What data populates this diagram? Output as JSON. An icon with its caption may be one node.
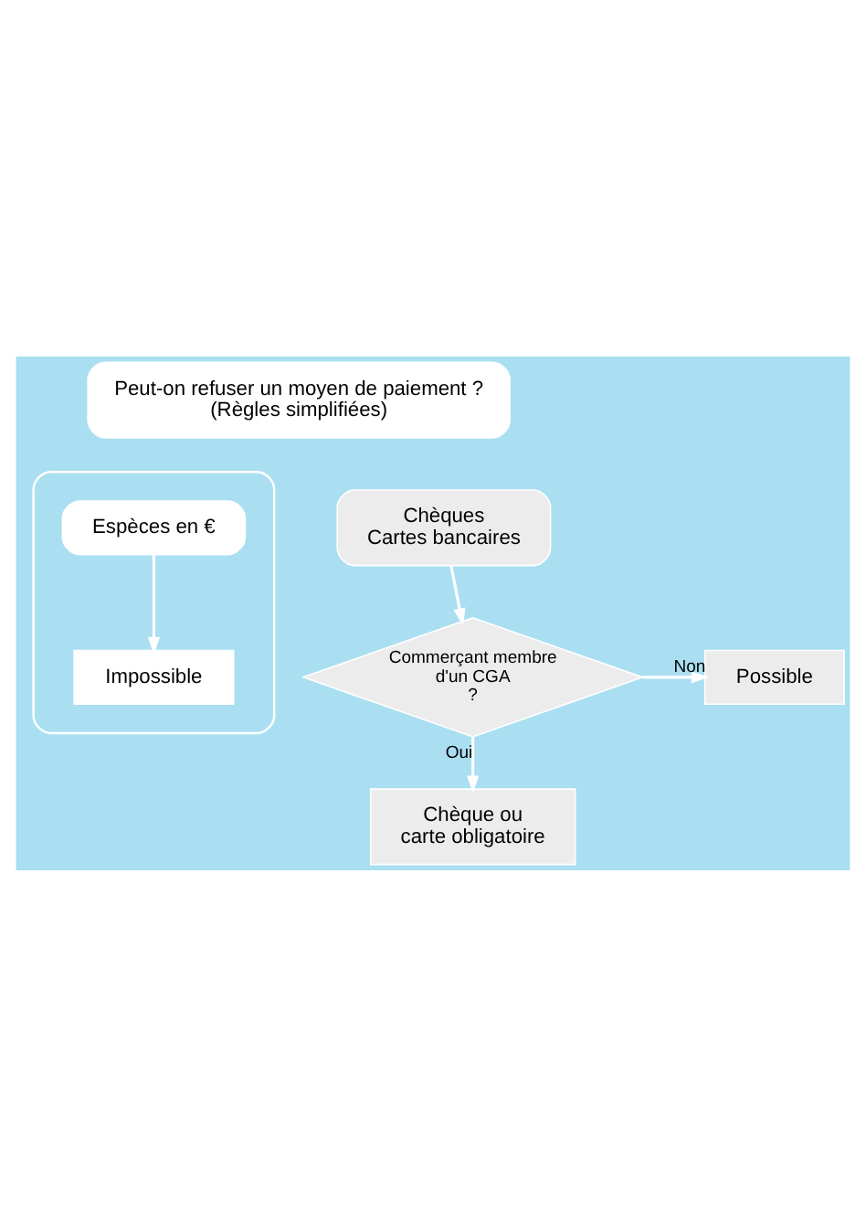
{
  "diagram": {
    "nodes": [
      {
        "text": [
          "Peut-on refuser un moyen de paiement ?",
          "(Règles simplifiées)"
        ]
      },
      {
        "text": [],
        "shape": "box"
      },
      {
        "text": [
          "Espèces en €"
        ],
        "in": 1
      },
      {
        "text": [
          "Impossible"
        ],
        "in": 1
      },
      {
        "text": [
          "Chèques Cartes bancaires"
        ]
      },
      {
        "text": [
          "Commerçant membre d'un CGA ?"
        ]
      },
      {
        "text": [
          "Possible"
        ]
      },
      {
        "text": [
          "Chèque ou carte obligatoire"
        ]
      }
    ],
    "edges": [
      {
        "from": 2,
        "to": 3,
        "arrow": "to"
      },
      {
        "from": 4,
        "to": 5,
        "arrow": "to"
      },
      {
        "from": 5,
        "to": 6,
        "label": "Non",
        "arrow": "to"
      },
      {
        "from": 5,
        "to": 7,
        "label": "Oui",
        "arrow": "to"
      }
    ]
  }
}
